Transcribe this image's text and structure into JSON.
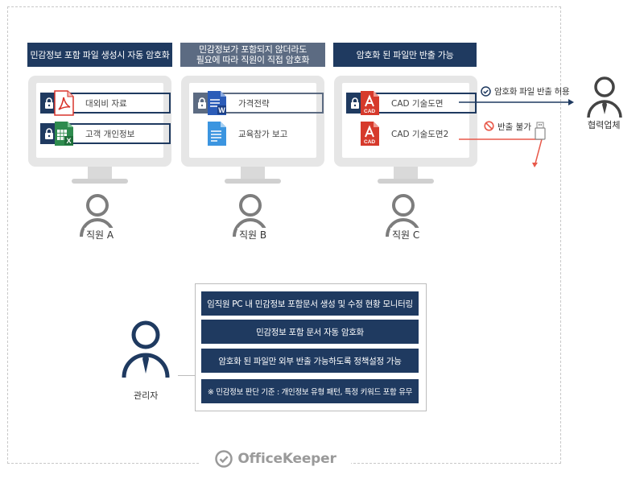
{
  "banners": {
    "a": "민감정보 포함 파일 생성시 자동 암호화",
    "b_line1": "민감정보가 포함되지 않더라도",
    "b_line2": "필요에 따라 직원이 직접 암호화",
    "c": "암호화 된 파일만 반출 가능"
  },
  "files": {
    "a1": "대외비 자료",
    "a2": "고객 개인정보",
    "b1": "가격전략",
    "b2": "교육참가 보고",
    "c1": "CAD 기술도면",
    "c2": "CAD 기술도면2"
  },
  "icons": {
    "pdf": "pdf-file-icon",
    "excel": "excel-file-icon",
    "word": "word-file-icon",
    "doc": "document-file-icon",
    "cad": "cad-file-icon",
    "lock": "lock-icon"
  },
  "cad_text": "CAD",
  "employees": {
    "a": "직원 A",
    "b": "직원 B",
    "c": "직원 C"
  },
  "export": {
    "allowed": "암호화 파일 반출 허용",
    "blocked": "반출 불가",
    "partner": "협력업체"
  },
  "admin": {
    "label": "관리자",
    "items": [
      "임직원 PC 내 민감정보 포함문서 생성 및 수정 현황 모니터링",
      "민감정보 포함 문서 자동 암호화",
      "암호화 된 파일만 외부 반출 가능하도록 정책설정 가능",
      "※ 민감정보 판단 기준 : 개인정보 유형 패턴, 특정 키워드 포함 유무"
    ]
  },
  "logo": "OfficeKeeper",
  "colors": {
    "navy": "#1f3a60",
    "gray_banner": "#5c6b82",
    "red_arrow": "#e8594a",
    "person": "#7d7d7d"
  }
}
